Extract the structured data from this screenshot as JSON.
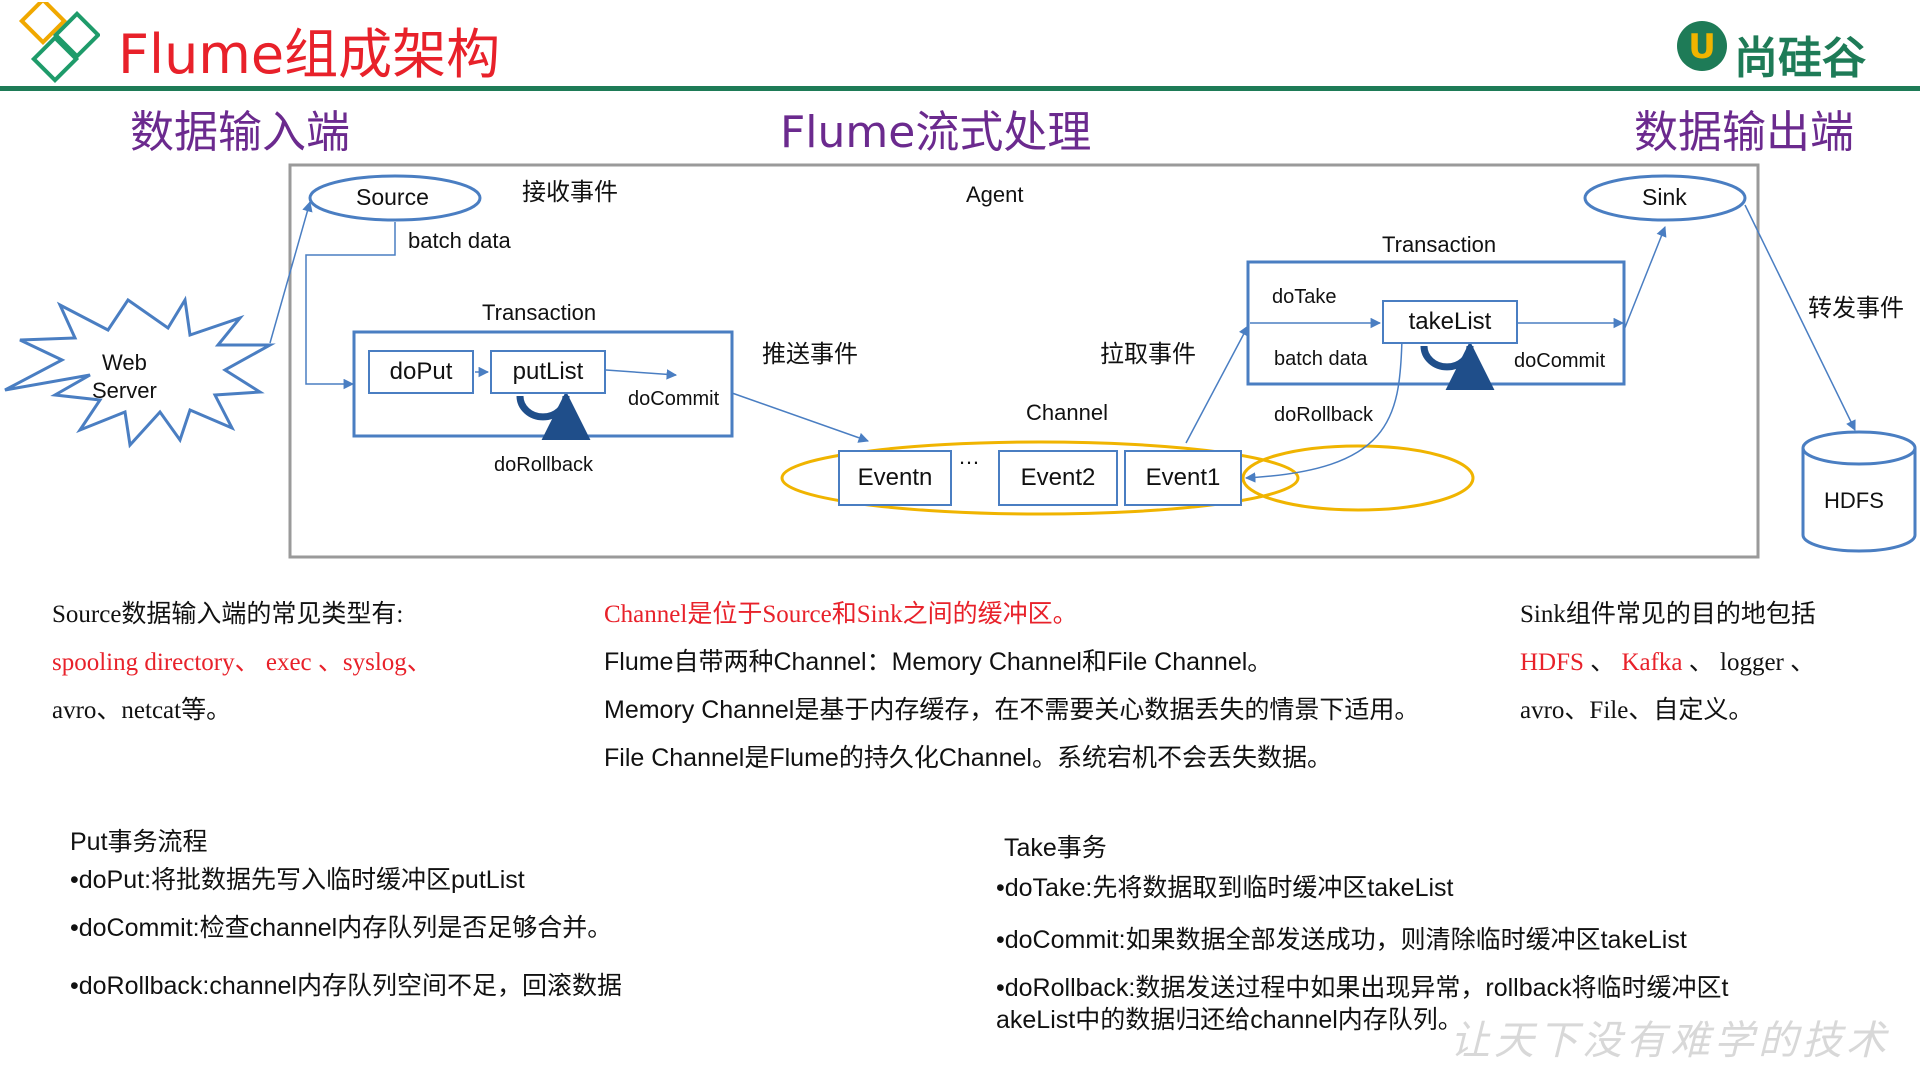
{
  "header": {
    "title": "Flume组成架构",
    "logo_text": "尚硅谷",
    "logo_letter": "U"
  },
  "sections": {
    "input": "数据输入端",
    "process": "Flume流式处理",
    "output": "数据输出端"
  },
  "diagram": {
    "agent": "Agent",
    "source": "Source",
    "sink": "Sink",
    "web_server_line1": "Web",
    "web_server_line2": "Server",
    "hdfs": "HDFS",
    "receive_event": "接收事件",
    "batch_data_top": "batch data",
    "put_transaction": "Transaction",
    "do_put": "doPut",
    "put_list": "putList",
    "do_commit_put": "doCommit",
    "do_rollback_put": "doRollback",
    "push_event": "推送事件",
    "pull_event": "拉取事件",
    "channel": "Channel",
    "eventn": "Eventn",
    "ellipsis": "…",
    "event2": "Event2",
    "event1": "Event1",
    "take_transaction": "Transaction",
    "do_take": "doTake",
    "take_list": "takeList",
    "batch_data_take": "batch data",
    "do_commit_take": "doCommit",
    "do_rollback_take": "doRollback",
    "forward_event": "转发事件"
  },
  "source_info": {
    "line1": "Source数据输入端的常见类型有:",
    "line2": "spooling directory、 exec 、syslog、",
    "line3": "avro、netcat等。"
  },
  "channel_info": {
    "line1": "Channel是位于Source和Sink之间的缓冲区。",
    "line2": "Flume自带两种Channel：Memory Channel和File Channel。",
    "line3": "Memory Channel是基于内存缓存，在不需要关心数据丢失的情景下适用。",
    "line4": "File Channel是Flume的持久化Channel。系统宕机不会丢失数据。"
  },
  "sink_info": {
    "line1": "Sink组件常见的目的地包括",
    "hdfs": "HDFS",
    "sep1": " 、 ",
    "kafka": "Kafka",
    "rest": " 、 logger 、",
    "line3": "avro、File、自定义。"
  },
  "put_flow": {
    "title": "Put事务流程",
    "item1": "•doPut:将批数据先写入临时缓冲区putList",
    "item2": "•doCommit:检查channel内存队列是否足够合并。",
    "item3": "•doRollback:channel内存队列空间不足，回滚数据"
  },
  "take_flow": {
    "title": "Take事务",
    "item1": "•doTake:先将数据取到临时缓冲区takeList",
    "item2": "•doCommit:如果数据全部发送成功，则清除临时缓冲区takeList",
    "item3a": "•doRollback:数据发送过程中如果出现异常，rollback将临时缓冲区t",
    "item3b": "akeList中的数据归还给channel内存队列。"
  },
  "watermark": "让天下没有难学的技术",
  "colors": {
    "title_red": "#e8212a",
    "brand_green": "#1e7b57",
    "section_purple": "#6b2a8e",
    "box_blue": "#4a7ec2",
    "channel_yellow": "#f0b400"
  }
}
